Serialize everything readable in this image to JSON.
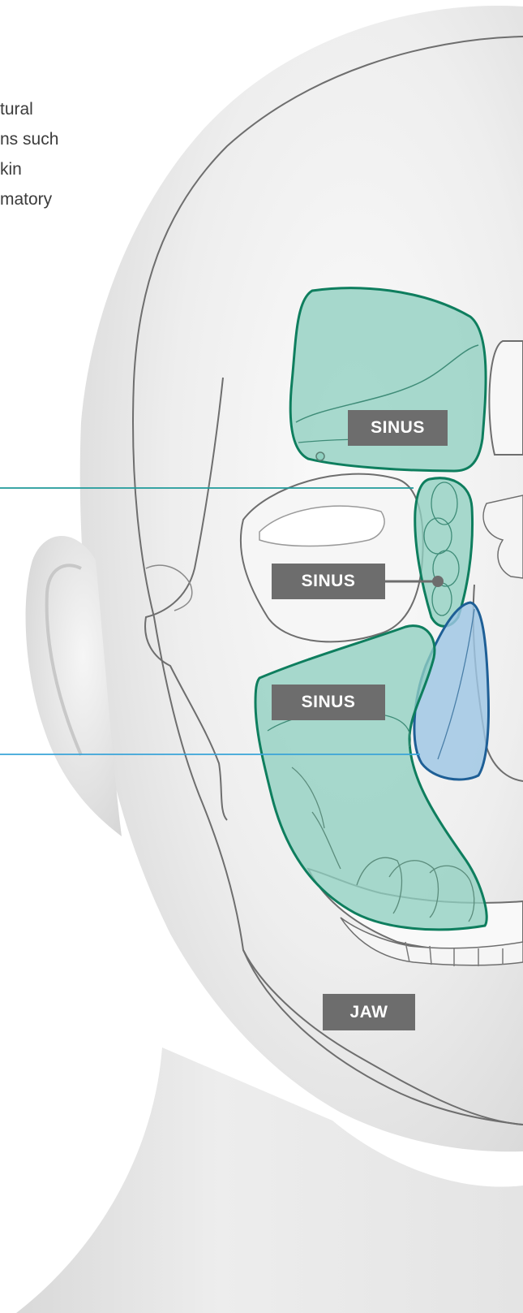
{
  "intro_text": {
    "lines": [
      "tural",
      "ns such",
      "kin",
      "matory"
    ]
  },
  "labels": {
    "frontal_sinus": "SINUS",
    "ethmoid_sinus": "SINUS",
    "maxillary_sinus": "SINUS",
    "jaw": "JAW"
  },
  "colors": {
    "sinus_fill": "#8fd0c0",
    "sinus_stroke": "#0e7e5e",
    "nasal_fill": "#9ec6e4",
    "nasal_stroke": "#1e5f96",
    "label_bg": "#6d6d6d",
    "label_text": "#ffffff",
    "pointer_teal": "#1f9a9a",
    "pointer_blue": "#3aa4d8",
    "outline": "#6e6e6e",
    "skin_light": "#f3f3f3",
    "skin_shadow": "#dcdcdc"
  }
}
